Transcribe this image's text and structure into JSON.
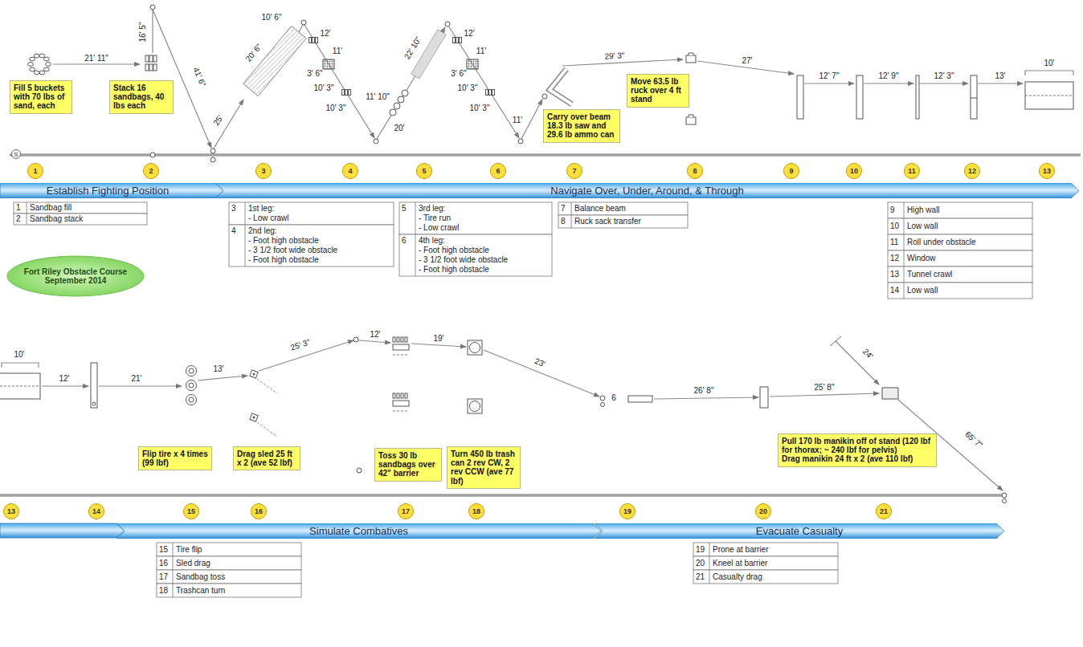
{
  "diagram": {
    "nodes": [
      {
        "text": [
          "Fill 5 buckets with 70 lbs of sand, each"
        ]
      },
      {
        "text": [
          "Stack 16 sandbags, 40 lbs each"
        ]
      },
      {
        "text": [
          "Carry over beam 18.3 lb saw and 29.6 lb ammo can"
        ]
      },
      {
        "text": [
          "Move 63.5 lb ruck over 4 ft stand"
        ]
      },
      {
        "text": [
          "S"
        ]
      },
      {
        "text": [
          "1"
        ]
      },
      {
        "text": [
          "2"
        ]
      },
      {
        "text": [
          "3"
        ]
      },
      {
        "text": [
          "4"
        ]
      },
      {
        "text": [
          "5"
        ]
      },
      {
        "text": [
          "6"
        ]
      },
      {
        "text": [
          "7"
        ]
      },
      {
        "text": [
          "8"
        ]
      },
      {
        "text": [
          "9"
        ]
      },
      {
        "text": [
          "10"
        ]
      },
      {
        "text": [
          "11"
        ]
      },
      {
        "text": [
          "12"
        ]
      },
      {
        "text": [
          "13"
        ]
      },
      {
        "text": [
          "Establish Fighting Position"
        ]
      },
      {
        "text": [
          "Navigate Over, Under, Around, & Through"
        ]
      },
      {
        "text": [
          "Fort Riley Obstacle Course September 2014"
        ]
      },
      {
        "text": [
          "Flip tire x 4 times (99 lbf)"
        ]
      },
      {
        "text": [
          "Drag sled 25 ft x 2 (ave 52 lbf)"
        ]
      },
      {
        "text": [
          "Toss 30 lb sandbags over 42\" barrier"
        ]
      },
      {
        "text": [
          "Turn 450 lb trash can 2 rev CW, 2 rev CCW (ave 77 lbf)"
        ]
      },
      {
        "text": [
          "Pull 170 lb manikin off of stand (120 lbf for thorax; ~ 240 lbf for pelvis)",
          "Drag manikin 24 ft x 2 (ave 110 lbf)"
        ]
      },
      {
        "text": [
          "13"
        ]
      },
      {
        "text": [
          "14"
        ]
      },
      {
        "text": [
          "15"
        ]
      },
      {
        "text": [
          "16"
        ]
      },
      {
        "text": [
          "17"
        ]
      },
      {
        "text": [
          "18"
        ]
      },
      {
        "text": [
          "19"
        ]
      },
      {
        "text": [
          "20"
        ]
      },
      {
        "text": [
          "21"
        ]
      },
      {
        "text": [
          "Simulate Combatives"
        ]
      },
      {
        "text": [
          "Evacuate Casualty"
        ]
      }
    ],
    "labels": [
      "21' 11\"",
      "16' 5\"",
      "41' 6\"",
      "20' 6\"",
      "10' 6\"",
      "25'",
      "12'",
      "11'",
      "3' 6\"",
      "10' 3\"",
      "10' 3\"",
      "20'",
      "11' 10\"",
      "22' 10\"",
      "12'",
      "11'",
      "3' 6\"",
      "10' 3\"",
      "10' 3\"",
      "11'",
      "29' 3\"",
      "27'",
      "12' 7\"",
      "12' 9\"",
      "12' 3\"",
      "13'",
      "10'",
      "10'",
      "12'",
      "21'",
      "13'",
      "25' 3\"",
      "12'",
      "19'",
      "23'",
      "6",
      "26' 8\"",
      "25' 8\"",
      "24'",
      "65' 7\"",
      "1",
      "Sandbag fill",
      "2",
      "Sandbag stack",
      "3",
      "1st leg:",
      "- Low crawl",
      "4",
      "2nd leg:",
      "- Foot high obstacle",
      "- 3 1/2 foot wide obstacle",
      "- Foot high obstacle",
      "5",
      "3rd leg:",
      "- Tire run",
      "- Low crawl",
      "6",
      "4th leg:",
      "- Foot high obstacle",
      "- 3 1/2 foot wide obstacle",
      "- Foot high obstacle",
      "7",
      "Balance beam",
      "8",
      "Ruck sack transfer",
      "9",
      "High wall",
      "10",
      "Low wall",
      "11",
      "Roll under obstacle",
      "12",
      "Window",
      "13",
      "Tunnel crawl",
      "14",
      "Low wall",
      "15",
      "Tire flip",
      "16",
      "Sled drag",
      "17",
      "Sandbag toss",
      "18",
      "Trashcan turn",
      "19",
      "Prone at barrier",
      "20",
      "Kneel at barrier",
      "21",
      "Casualty drag"
    ]
  }
}
